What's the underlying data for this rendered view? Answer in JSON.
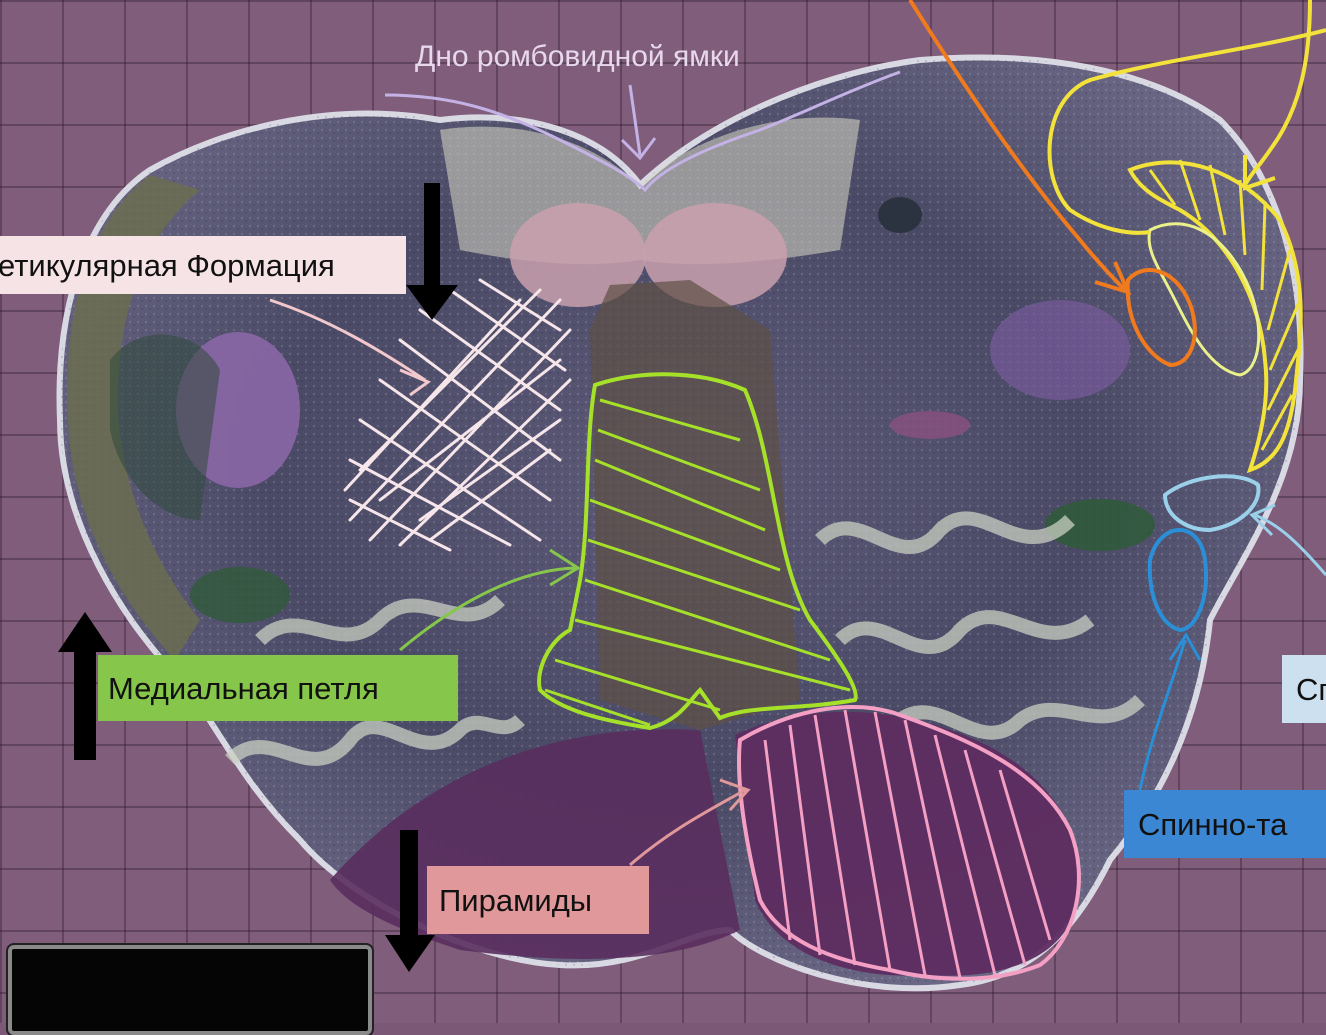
{
  "labels": {
    "rhomboid_floor": "Дно ромбовидной ямки",
    "reticular_formation": "етикулярная Формация",
    "medial_lemniscus": "Медиальная петля",
    "pyramids": "Пирамиды",
    "spinal_1": "Сп",
    "spinal_thalamic": "Спинно-та"
  },
  "colors": {
    "background": "#7f5d7b",
    "medial_lemniscus_outline": "#a6e12a",
    "pyramids_outline": "#f3a0c4",
    "reticular_hatch": "#f6e6ea",
    "yellow_tract": "#f2e23a",
    "orange_tract": "#f07a1e",
    "light_blue_tract": "#9ad0ea",
    "blue_tract": "#2a8fd6",
    "floor_arrow": "#c4b2e6",
    "black_arrows": "#000000"
  }
}
